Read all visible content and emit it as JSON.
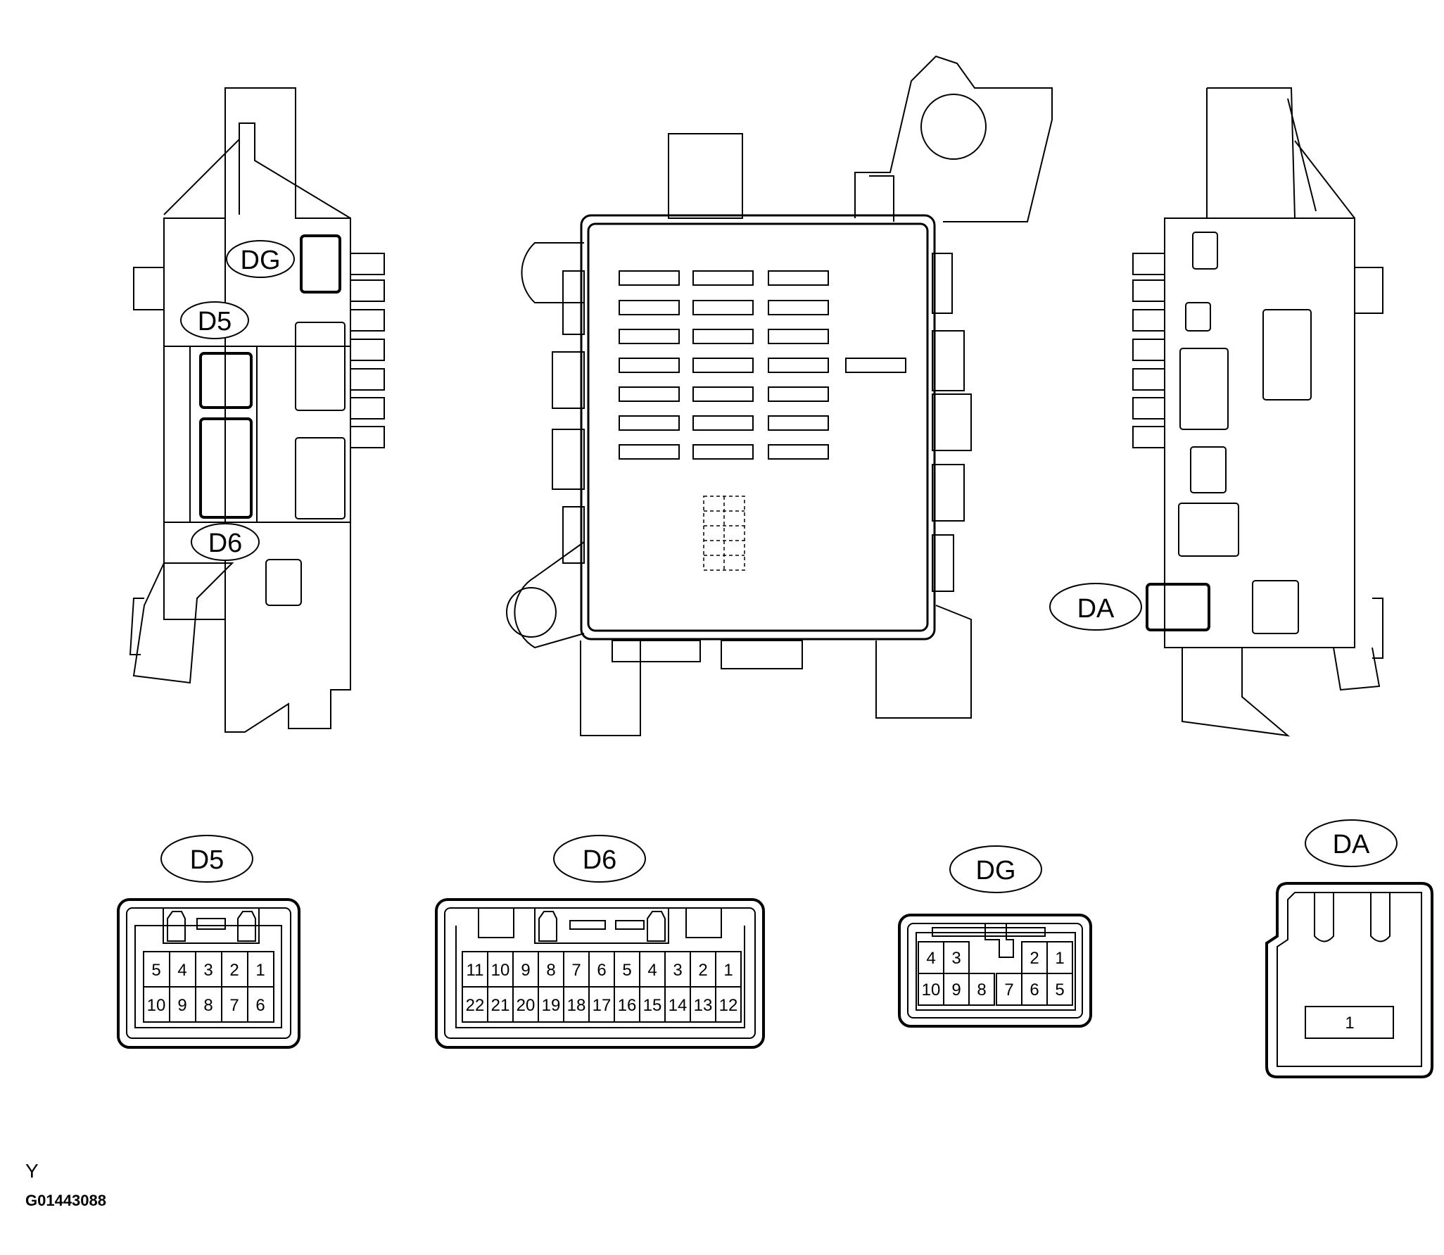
{
  "labels": {
    "dg": "DG",
    "d5": "D5",
    "d6": "D6",
    "da": "DA"
  },
  "connectors": {
    "d5": {
      "label": "D5",
      "row1": [
        "5",
        "4",
        "3",
        "2",
        "1"
      ],
      "row2": [
        "10",
        "9",
        "8",
        "7",
        "6"
      ]
    },
    "d6": {
      "label": "D6",
      "row1": [
        "11",
        "10",
        "9",
        "8",
        "7",
        "6",
        "5",
        "4",
        "3",
        "2",
        "1"
      ],
      "row2": [
        "22",
        "21",
        "20",
        "19",
        "18",
        "17",
        "16",
        "15",
        "14",
        "13",
        "12"
      ]
    },
    "dg": {
      "label": "DG",
      "row1_left": [
        "4",
        "3"
      ],
      "row1_right": [
        "2",
        "1"
      ],
      "row2": [
        "10",
        "9",
        "8",
        "7",
        "6",
        "5"
      ]
    },
    "da": {
      "label": "DA",
      "pin": "1"
    }
  },
  "footer": {
    "mark": "Y",
    "code": "G01443088"
  }
}
